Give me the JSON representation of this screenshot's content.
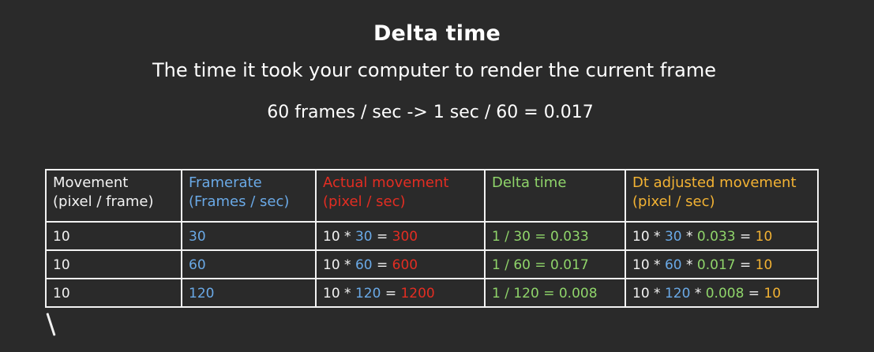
{
  "title": "Delta time",
  "subtitle": "The time it took your computer to render the current frame",
  "formula": "60 frames / sec  -> 1 sec / 60 = 0.017",
  "colors": {
    "background": "#2a2a2a",
    "movement": "#f2f2f2",
    "framerate": "#6aa9e6",
    "actual_movement": "#e22d22",
    "delta_time": "#8fd46a",
    "dt_adjusted": "#f2b233"
  },
  "table": {
    "headers": [
      {
        "line1": "Movement",
        "line2": "(pixel / frame)"
      },
      {
        "line1": "Framerate",
        "line2": "(Frames / sec)"
      },
      {
        "line1": "Actual movement",
        "line2": "(pixel / sec)"
      },
      {
        "line1": "Delta time",
        "line2": ""
      },
      {
        "line1": "Dt adjusted movement",
        "line2": "(pixel / sec)"
      }
    ],
    "rows": [
      {
        "movement": "10",
        "framerate": "30",
        "actual": {
          "base": "10",
          "op": "*",
          "fps": "30",
          "eq": "=",
          "result": "300"
        },
        "delta": "1 / 30 = 0.033",
        "adjusted": {
          "base": "10",
          "op1": "*",
          "fps": "30",
          "op2": "*",
          "dt": "0.033",
          "eq": "=",
          "result": "10"
        }
      },
      {
        "movement": "10",
        "framerate": "60",
        "actual": {
          "base": "10",
          "op": "*",
          "fps": "60",
          "eq": "=",
          "result": "600"
        },
        "delta": "1 / 60 = 0.017",
        "adjusted": {
          "base": "10",
          "op1": "*",
          "fps": "60",
          "op2": "*",
          "dt": "0.017",
          "eq": "=",
          "result": "10"
        }
      },
      {
        "movement": "10",
        "framerate": "120",
        "actual": {
          "base": "10",
          "op": "*",
          "fps": "120",
          "eq": "=",
          "result": "1200"
        },
        "delta": "1 / 120 = 0.008",
        "adjusted": {
          "base": "10",
          "op1": "*",
          "fps": "120",
          "op2": "*",
          "dt": "0.008",
          "eq": "=",
          "result": "10"
        }
      }
    ]
  }
}
